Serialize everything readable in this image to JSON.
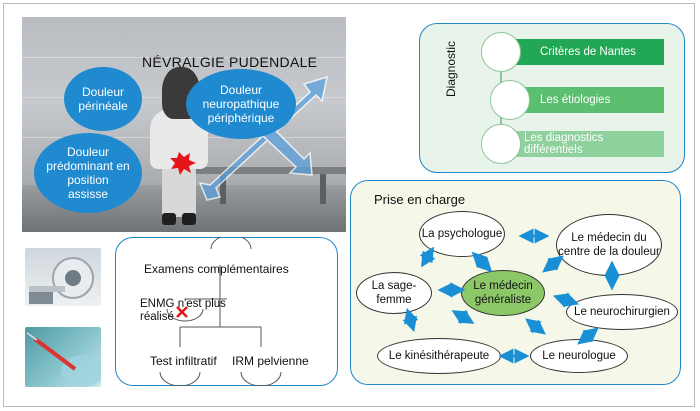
{
  "photo_panel": {
    "title": "NÉVRALGIE PUDENDALE",
    "bubbles": [
      {
        "text": "Douleur périnéale"
      },
      {
        "text": "Douleur neuropathique périphérique"
      },
      {
        "text": "Douleur prédominant en position assisse"
      }
    ]
  },
  "diagnostic": {
    "label": "Diagnostic",
    "items": [
      "Critères de Nantes",
      "Les étiologies",
      "Les diagnostics différentiels"
    ],
    "colors": [
      "#22a854",
      "#5cbf6f",
      "#8fd19d"
    ]
  },
  "examens": {
    "title": "Examens complémentaires",
    "items": [
      "ENMG n'est plus réalisé",
      "Test infiltratif",
      "IRM pelvienne"
    ]
  },
  "prise_en_charge": {
    "title": "Prise en charge",
    "center": "Le médecin généraliste",
    "nodes": [
      "La psychologue",
      "Le médecin du centre de la douleur",
      "La sage-femme",
      "Le neurochirurgien",
      "Le kinésithérapeute",
      "Le neurologue"
    ]
  },
  "colors": {
    "accent_blue": "#1f8ad0",
    "panel_border": "#1e88c9",
    "panel_bg": "#e8f3ea",
    "center_node": "#8cc867"
  }
}
